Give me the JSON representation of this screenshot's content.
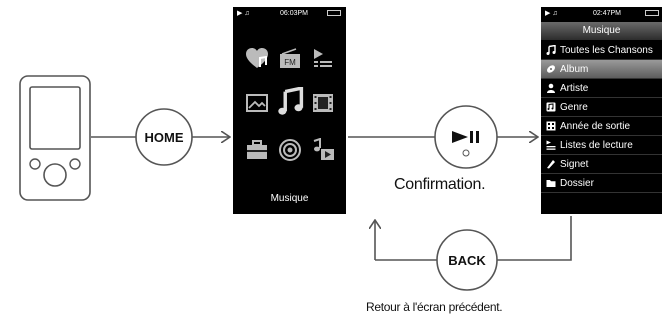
{
  "home_button": {
    "label": "HOME"
  },
  "back_button": {
    "label": "BACK"
  },
  "home_screen": {
    "time": "06:03PM",
    "label": "Musique",
    "icons": [
      "heart-music-icon",
      "fm-radio-icon",
      "playlist-icon",
      "photo-icon",
      "music-note-icon",
      "video-icon",
      "toolbox-icon",
      "podcast-icon",
      "now-playing-icon"
    ],
    "fm_text": "FM"
  },
  "music_screen": {
    "time": "02:47PM",
    "title": "Musique",
    "items": [
      {
        "label": "Toutes les Chansons",
        "icon": "music-note-icon"
      },
      {
        "label": "Album",
        "icon": "album-icon"
      },
      {
        "label": "Artiste",
        "icon": "artist-icon"
      },
      {
        "label": "Genre",
        "icon": "genre-icon"
      },
      {
        "label": "Année de sortie",
        "icon": "calendar-icon"
      },
      {
        "label": "Listes de lecture",
        "icon": "playlist-icon"
      },
      {
        "label": "Signet",
        "icon": "bookmark-icon"
      },
      {
        "label": "Dossier",
        "icon": "folder-icon"
      }
    ],
    "selected_index": 1
  },
  "confirm_label": "Confirmation.",
  "back_caption": "Retour à l'écran précédent.",
  "colors": {
    "screen_bg": "#000000",
    "line": "#555555",
    "selected": "#7a7a7a"
  }
}
